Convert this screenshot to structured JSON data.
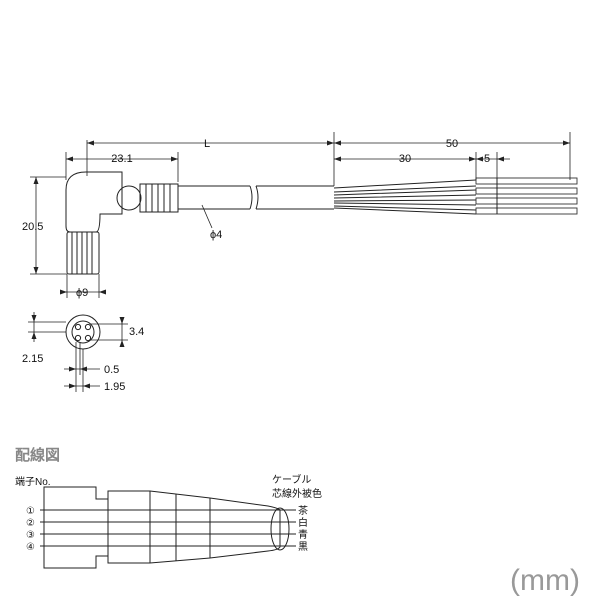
{
  "dimensions": {
    "L": "L",
    "d50": "50",
    "d23_1": "23.1",
    "d30": "30",
    "d5": "5",
    "d20_5": "20.5",
    "phi4": "ϕ4",
    "phi9": "ϕ9",
    "d3_4": "3.4",
    "d2_15": "2.15",
    "d0_5": "0.5",
    "d1_95": "1.95"
  },
  "wiring": {
    "title": "配線図",
    "terminal_label": "端子No.",
    "cable_label_1": "ケーブル",
    "cable_label_2": "芯線外被色",
    "terminals": [
      "①",
      "②",
      "③",
      "④"
    ],
    "colors": [
      "茶",
      "白",
      "青",
      "黒"
    ]
  },
  "unit": "(mm)"
}
